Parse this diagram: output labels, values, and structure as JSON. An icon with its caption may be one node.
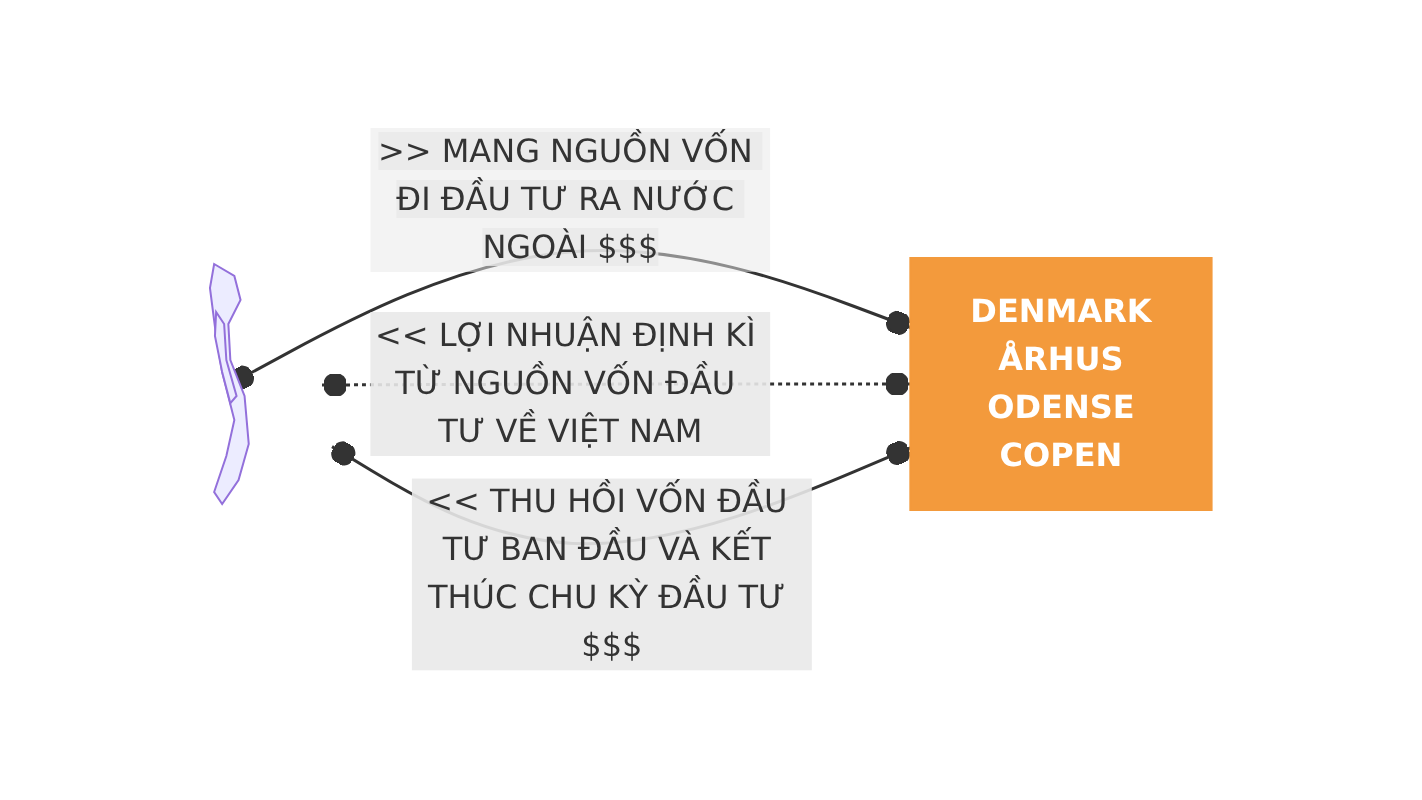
{
  "diagram": {
    "nodes": [
      {
        "text": [],
        "shape": "picture"
      },
      {
        "text": [
          "DENMARK",
          "ÅRHUS",
          "ODENSE",
          "COPEN"
        ]
      }
    ],
    "edges": [
      {
        "from": 0,
        "to": 1,
        "arrow": "other",
        "label": ">> MANG NGUỒN VỐN ĐI ĐẦU TƯ RA NƯỚC NGOÀI $$$"
      },
      {
        "from": 0,
        "to": 1,
        "arrow": "other",
        "style": "dashed",
        "label": "<< LỢI NHUẬN ĐỊNH KÌ TỪ NGUỒN VỐN ĐẦU TƯ VỀ VIỆT NAM"
      },
      {
        "from": 0,
        "to": 1,
        "arrow": "other",
        "label": "<< THU HỒI VỐN ĐẦU TƯ BAN ĐẦU VÀ KẾT THÚC CHU KỲ ĐẦU TƯ $$$"
      }
    ]
  }
}
